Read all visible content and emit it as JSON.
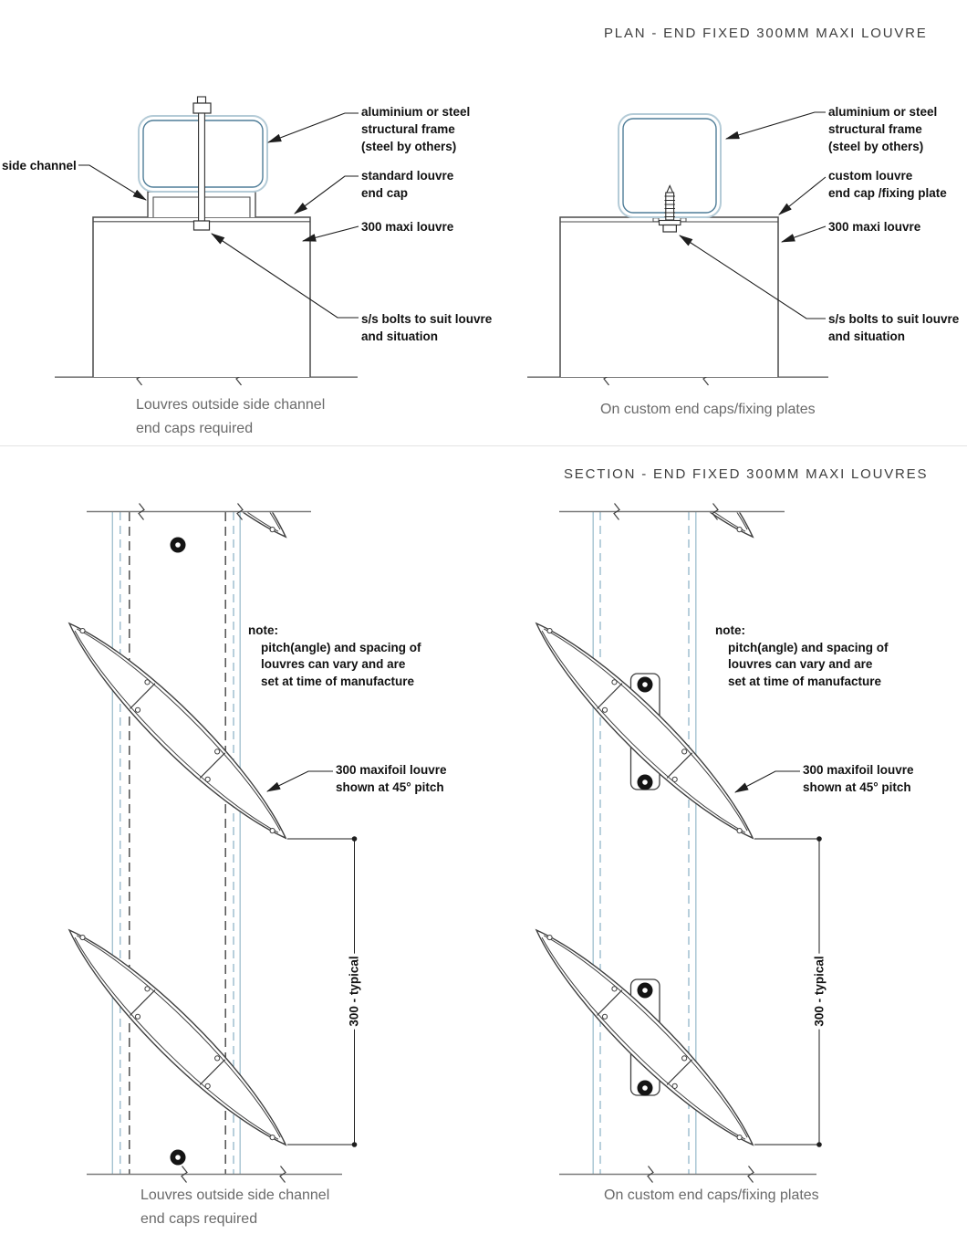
{
  "colors": {
    "frame_outer": "#b4cbd7",
    "frame_inner": "#4f7d98",
    "guide_solid": "#a5c3d1",
    "guide_dashed": "#7fa8bf",
    "line_dark": "#3f3f3f",
    "line_gray": "#7a7a7a"
  },
  "plan": {
    "title": "PLAN - END FIXED 300MM MAXI LOUVRE",
    "left": {
      "side_channel_label": "side channel",
      "frame_label_1": "aluminium or steel",
      "frame_label_2": "structural frame",
      "frame_label_3": "(steel by others)",
      "end_cap_label_1": "standard louvre",
      "end_cap_label_2": "end cap",
      "louvre_label": "300 maxi louvre",
      "bolts_label_1": "s/s bolts to suit louvre",
      "bolts_label_2": "and situation",
      "caption_1": "Louvres outside side channel",
      "caption_2": "end caps required"
    },
    "right": {
      "frame_label_1": "aluminium or steel",
      "frame_label_2": "structural frame",
      "frame_label_3": "(steel by others)",
      "end_cap_label_1": "custom louvre",
      "end_cap_label_2": "end cap /fixing plate",
      "louvre_label": "300 maxi louvre",
      "bolts_label_1": "s/s bolts to suit louvre",
      "bolts_label_2": "and situation",
      "caption": "On custom end caps/fixing plates"
    }
  },
  "section": {
    "title": "SECTION - END FIXED 300MM MAXI LOUVRES",
    "note_title": "note:",
    "note_line_1": "pitch(angle) and spacing of",
    "note_line_2": "louvres can vary and are",
    "note_line_3": "set at time of manufacture",
    "louvre_label_1": "300 maxifoil louvre",
    "louvre_label_2": "shown at 45° pitch",
    "dimension": "300 - typical",
    "left_caption_1": "Louvres outside side channel",
    "left_caption_2": "end caps required",
    "right_caption": "On custom end caps/fixing plates"
  }
}
